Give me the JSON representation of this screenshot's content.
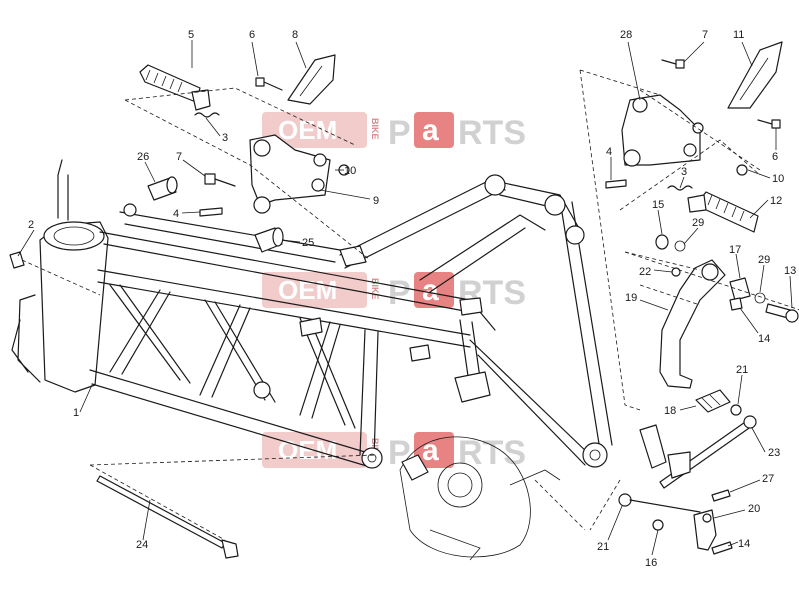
{
  "watermark": {
    "oem": "OEM",
    "bike": "BIKE",
    "parts_p": "P",
    "parts_a": "a",
    "parts_rest": "RTS"
  },
  "callouts": [
    {
      "id": "c5",
      "text": "5"
    },
    {
      "id": "c6a",
      "text": "6"
    },
    {
      "id": "c8",
      "text": "8"
    },
    {
      "id": "c3a",
      "text": "3"
    },
    {
      "id": "c26",
      "text": "26"
    },
    {
      "id": "c7a",
      "text": "7"
    },
    {
      "id": "c10a",
      "text": "10"
    },
    {
      "id": "c9",
      "text": "9"
    },
    {
      "id": "c4a",
      "text": "4"
    },
    {
      "id": "c2",
      "text": "2"
    },
    {
      "id": "c25",
      "text": "25"
    },
    {
      "id": "c1",
      "text": "1"
    },
    {
      "id": "c24",
      "text": "24"
    },
    {
      "id": "c28",
      "text": "28"
    },
    {
      "id": "c7b",
      "text": "7"
    },
    {
      "id": "c11",
      "text": "11"
    },
    {
      "id": "c6b",
      "text": "6"
    },
    {
      "id": "c4b",
      "text": "4"
    },
    {
      "id": "c3b",
      "text": "3"
    },
    {
      "id": "c10b",
      "text": "10"
    },
    {
      "id": "c12",
      "text": "12"
    },
    {
      "id": "c15",
      "text": "15"
    },
    {
      "id": "c29a",
      "text": "29"
    },
    {
      "id": "c17",
      "text": "17"
    },
    {
      "id": "c29b",
      "text": "29"
    },
    {
      "id": "c13",
      "text": "13"
    },
    {
      "id": "c22",
      "text": "22"
    },
    {
      "id": "c19",
      "text": "19"
    },
    {
      "id": "c14a",
      "text": "14"
    },
    {
      "id": "c21a",
      "text": "21"
    },
    {
      "id": "c18",
      "text": "18"
    },
    {
      "id": "c23",
      "text": "23"
    },
    {
      "id": "c27",
      "text": "27"
    },
    {
      "id": "c20",
      "text": "20"
    },
    {
      "id": "c21b",
      "text": "21"
    },
    {
      "id": "c16",
      "text": "16"
    },
    {
      "id": "c14b",
      "text": "14"
    }
  ]
}
